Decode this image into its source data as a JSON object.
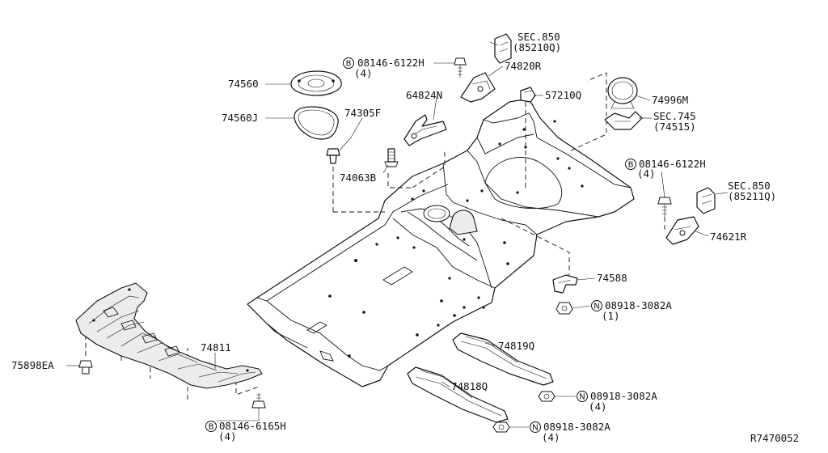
{
  "diagram_id": "R7470052",
  "labels": {
    "sec850_a": "SEC.850",
    "sec850_a_sub": "(85210Q)",
    "p74820r": "74820R",
    "b08146_top": "08146-6122H",
    "b08146_top_qty": "(4)",
    "p74560": "74560",
    "p64824n": "64824N",
    "p57210q": "57210Q",
    "p74996m": "74996M",
    "sec745": "SEC.745",
    "sec745_sub": "(74515)",
    "p74560j": "74560J",
    "p74305f": "74305F",
    "p74063b": "74063B",
    "b08146_right": "08146-6122H",
    "b08146_right_qty": "(4)",
    "sec850_b": "SEC.850",
    "sec850_b_sub": "(85211Q)",
    "p74621r": "74621R",
    "p74588": "74588",
    "n08918_a": "08918-3082A",
    "n08918_a_qty": "(1)",
    "p74811": "74811",
    "p75898ea": "75898EA",
    "p74819q": "74819Q",
    "p74818q": "74818Q",
    "n08918_b": "08918-3082A",
    "n08918_b_qty": "(4)",
    "n08918_c": "08918-3082A",
    "n08918_c_qty": "(4)",
    "b08146_bottom": "08146-6165H",
    "b08146_bottom_qty": "(4)",
    "ref_code": "R7470052"
  },
  "symbols": {
    "bolt_prefix": "B",
    "nut_prefix": "N"
  }
}
